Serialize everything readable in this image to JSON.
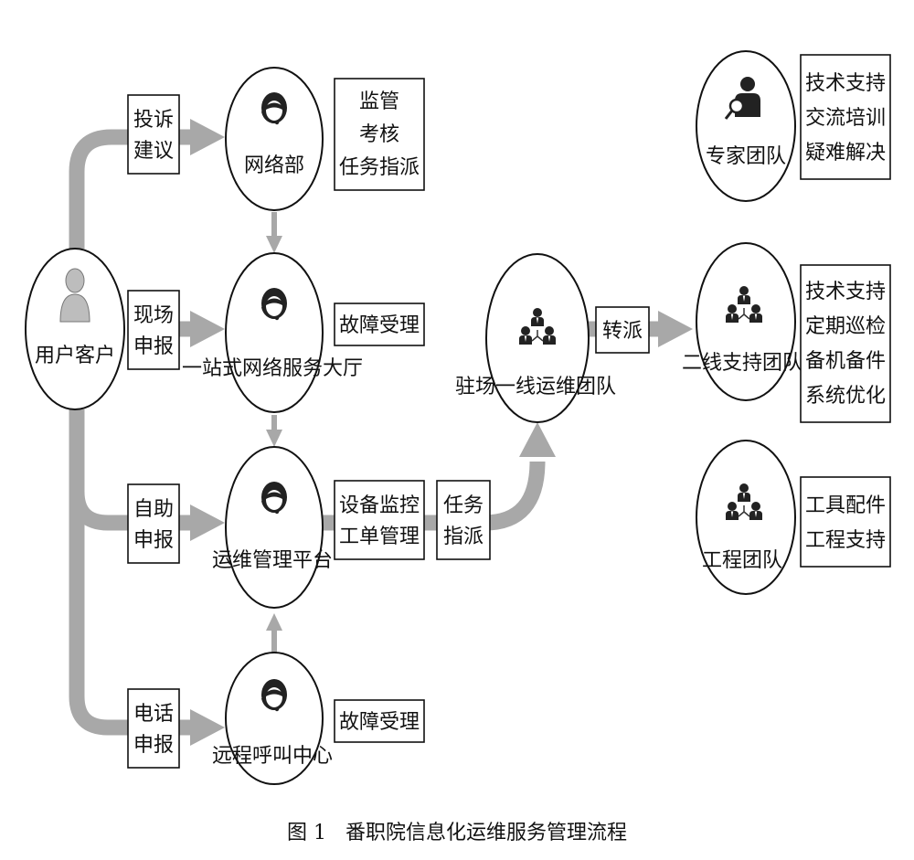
{
  "nodes": {
    "user": "用户客户",
    "network_dept": "网络部",
    "service_hall": "一站式网络服务大厅",
    "ops_platform": "运维管理平台",
    "call_center": "远程呼叫中心",
    "frontline_team": "驻场一线运维团队",
    "expert_team": "专家团队",
    "second_line_team": "二线支持团队",
    "engineering_team": "工程团队"
  },
  "channels": {
    "complaint": [
      "投诉",
      "建议"
    ],
    "onsite": [
      "现场",
      "申报"
    ],
    "self_service": [
      "自助",
      "申报"
    ],
    "phone": [
      "电话",
      "申报"
    ]
  },
  "boxes": {
    "network_duties": [
      "监管",
      "考核",
      "任务指派"
    ],
    "hall_duty": [
      "故障受理"
    ],
    "platform_duties": [
      "设备监控",
      "工单管理"
    ],
    "task_dispatch": [
      "任务",
      "指派"
    ],
    "call_duty": [
      "故障受理"
    ],
    "transfer": [
      "转派"
    ],
    "expert_duties": [
      "技术支持",
      "交流培训",
      "疑难解决"
    ],
    "second_line_duties": [
      "技术支持",
      "定期巡检",
      "备机备件",
      "系统优化"
    ],
    "engineering_duties": [
      "工具配件",
      "工程支持"
    ]
  },
  "caption": "图 1   番职院信息化运维服务管理流程"
}
